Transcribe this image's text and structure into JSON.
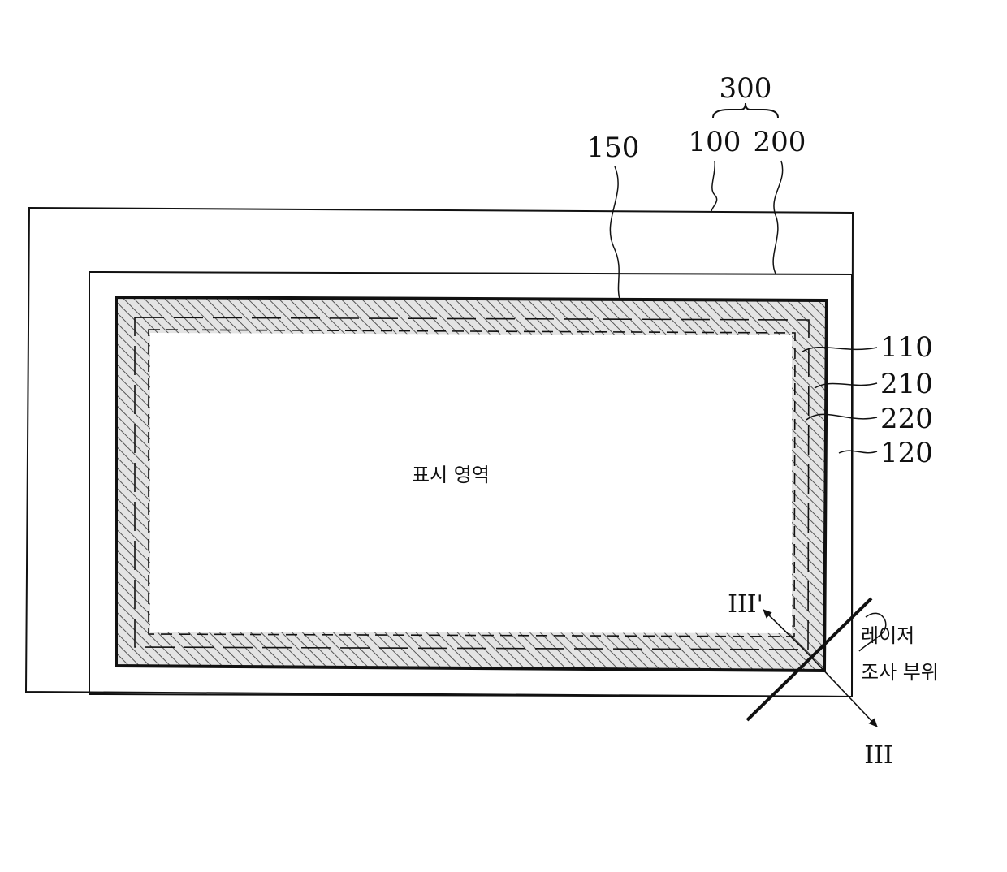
{
  "labels": {
    "assembly": "300",
    "substrate1": "100",
    "substrate2": "200",
    "sealant": "150",
    "ref_110": "110",
    "ref_210": "210",
    "ref_220": "220",
    "ref_120": "120",
    "section_start": "III'",
    "section_end": "III",
    "display_area": "표시 영역",
    "laser_line1": "레이저",
    "laser_line2": "조사 부위"
  }
}
